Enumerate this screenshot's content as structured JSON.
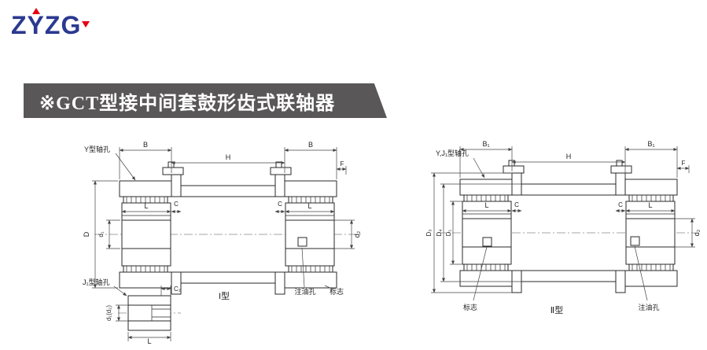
{
  "colors": {
    "logo_blue": "#2b3990",
    "logo_red": "#e60012",
    "banner_bg": "#595757",
    "banner_text": "#ffffff",
    "line": "#2a2a2a"
  },
  "logo": {
    "text": "ZYZG"
  },
  "banner": {
    "title": "※GCT型接中间套鼓形齿式联轴器"
  },
  "diagram_type1": {
    "caption": "I型",
    "callouts": {
      "bore_y": "Y型轴孔",
      "bore_j1": "J₁型轴孔",
      "oil_hole": "注油孔",
      "mark": "标志"
    },
    "dims": {
      "b_left": "B",
      "h": "H",
      "b_right": "B",
      "f": "F",
      "l_left": "L",
      "c_left": "C",
      "c_right": "C",
      "l_right": "L",
      "d_outer": "D",
      "d1": "d₁",
      "d2": "d₂",
      "c2": "C₂",
      "detail_bore": "d₁(d₂)",
      "detail_l": "L"
    }
  },
  "diagram_type2": {
    "caption": "Ⅱ型",
    "callouts": {
      "bore": "Y,J₁型轴孔",
      "mark": "标志",
      "oil_hole": "注油孔"
    },
    "dims": {
      "b1_left": "B₁",
      "h": "H",
      "b1_right": "B₁",
      "f": "F",
      "l_left": "L",
      "c_left": "C",
      "c_right": "C",
      "l_right": "L",
      "d3": "D₃",
      "d4": "D₄",
      "d1": "D₁",
      "d2_small": "d₂"
    }
  }
}
